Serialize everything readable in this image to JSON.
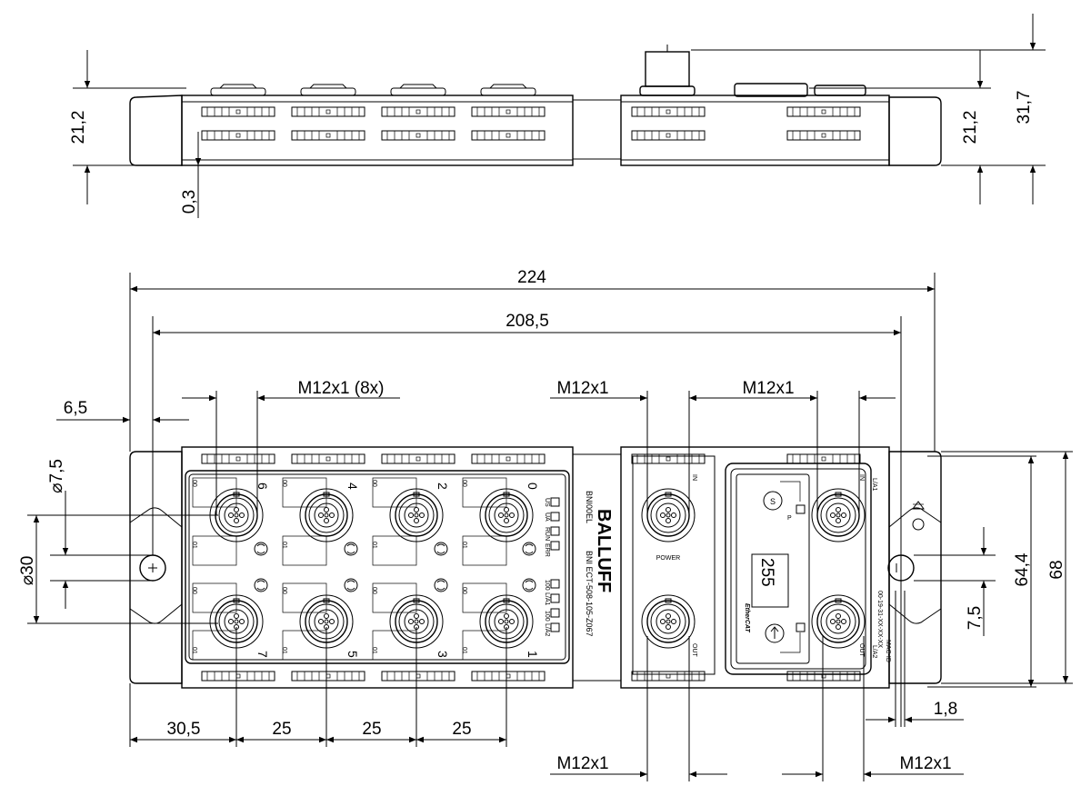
{
  "dimensions": {
    "top_height_left": "21,2",
    "top_offset": "0,3",
    "top_height_right": "21,2",
    "top_height_total": "31,7",
    "overall_length": "224",
    "hole_spacing": "208,5",
    "edge_offset": "6,5",
    "connector_m12_8x": "M12x1 (8x)",
    "connector_m12_power_top": "M12x1",
    "connector_m12_bus_top": "M12x1",
    "connector_m12_power_bottom": "M12x1",
    "connector_m12_bus_bottom": "M12x1",
    "hole_diameter": "⌀7,5",
    "width_diameter": "⌀30",
    "inner_height": "64,4",
    "overall_height": "68",
    "hole_offset": "7,5",
    "flange_width": "1,8",
    "pitch_first": "30,5",
    "pitch_1": "25",
    "pitch_2": "25",
    "pitch_3": "25"
  },
  "device": {
    "brand": "BALLUFF",
    "model_short": "BNI00EL",
    "model_full": "BNI ECT-508-105-Z067",
    "power_label": "POWER",
    "in_label": "IN",
    "out_label": "OUT",
    "display_value": "255",
    "ethercat_label": "EtherCAT",
    "mac_label": "00-19-31-XX-XX-XX",
    "mac_title": "MAC-ID",
    "lai_label": "L/A1",
    "la2_label": "L/A2",
    "s_label": "S",
    "p_label": "P",
    "led_labels": [
      "US",
      "UA",
      "RUN",
      "ERR",
      "100",
      "L/A1",
      "100",
      "L/A2"
    ],
    "port_numbers": [
      "6",
      "4",
      "2",
      "0",
      "7",
      "5",
      "3",
      "1"
    ],
    "pin_labels": [
      "00",
      "01"
    ]
  }
}
